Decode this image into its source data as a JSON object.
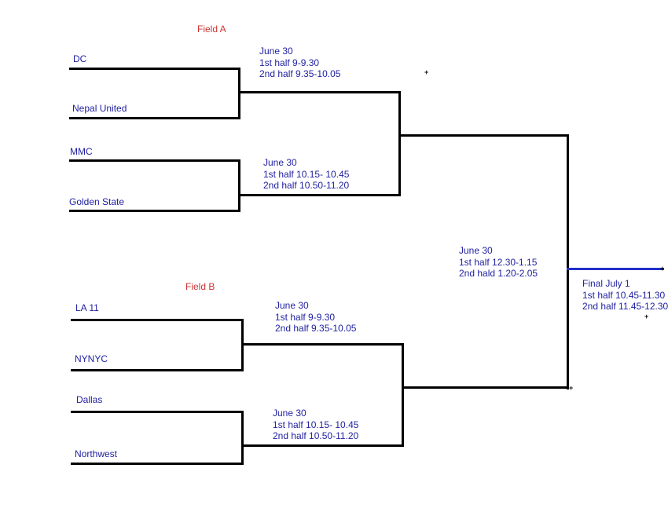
{
  "colors": {
    "team_text": "#2222A2",
    "schedule_text": "#2222A2",
    "field_label_text": "#CC3333",
    "bracket_line": "#000000",
    "final_line": "#2230C8"
  },
  "field_labels": {
    "a": "Field A",
    "b": "Field B"
  },
  "teams": {
    "dc": "DC",
    "nepal_united": "Nepal United",
    "mmc": "MMC",
    "golden_state": "Golden State",
    "la_11": "LA 11",
    "nynyc": "NYNYC",
    "dallas": "Dallas",
    "northwest": "Northwest"
  },
  "schedules": {
    "field_a_match1": [
      "June 30",
      "1st half 9-9.30",
      "2nd half 9.35-10.05"
    ],
    "field_a_match2": [
      "June 30",
      "1st half 10.15- 10.45",
      "2nd half 10.50-11.20"
    ],
    "field_b_match1": [
      "June 30",
      "1st half 9-9.30",
      "2nd half 9.35-10.05"
    ],
    "field_b_match2": [
      "June 30",
      "1st half 10.15- 10.45",
      "2nd half 10.50-11.20"
    ],
    "semifinal": [
      "June 30",
      "1st half 12.30-1.15",
      "2nd hald 1.20-2.05"
    ],
    "final": [
      "Final July 1",
      "1st half 10.45-11.30",
      "2nd half 11.45-12.30"
    ]
  },
  "artifacts": {
    "plus_mark": "+"
  }
}
